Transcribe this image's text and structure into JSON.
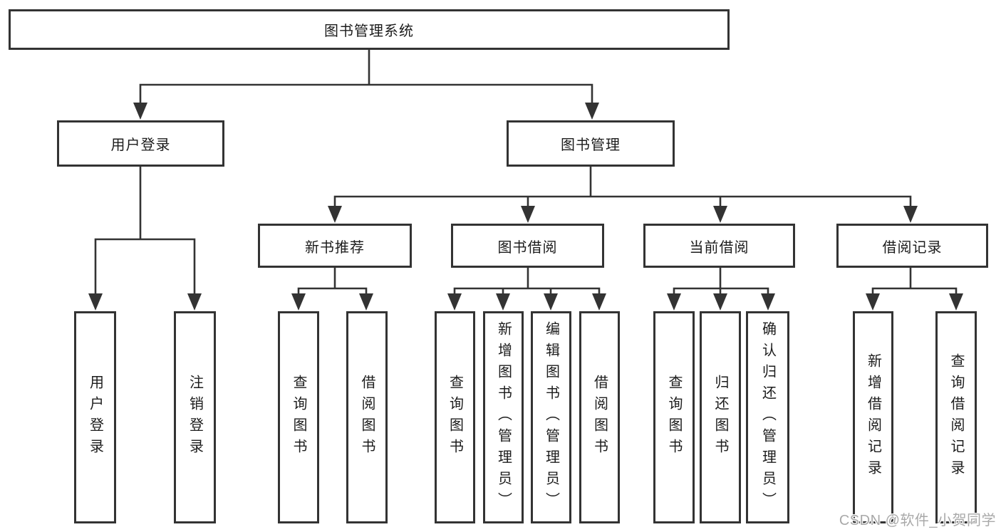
{
  "diagram_title": "图书管理系统",
  "tree": {
    "label": "图书管理系统",
    "children": [
      {
        "label": "用户登录",
        "children": [
          {
            "label": "用户登录"
          },
          {
            "label": "注销登录"
          }
        ]
      },
      {
        "label": "图书管理",
        "children": [
          {
            "label": "新书推荐",
            "children": [
              {
                "label": "查询图书"
              },
              {
                "label": "借阅图书"
              }
            ]
          },
          {
            "label": "图书借阅",
            "children": [
              {
                "label": "查询图书"
              },
              {
                "label": "新增图书（管理员）"
              },
              {
                "label": "编辑图书（管理员）"
              },
              {
                "label": "借阅图书"
              }
            ]
          },
          {
            "label": "当前借阅",
            "children": [
              {
                "label": "查询图书"
              },
              {
                "label": "归还图书"
              },
              {
                "label": "确认归还（管理员）"
              }
            ]
          },
          {
            "label": "借阅记录",
            "children": [
              {
                "label": "新增借阅记录"
              },
              {
                "label": "查询借阅记录"
              }
            ]
          }
        ]
      }
    ]
  },
  "watermark": {
    "text": "CSDN @软件_小贺同学"
  },
  "colors": {
    "line": "#333333",
    "box_border": "#333333",
    "text": "#1c1c1c",
    "watermark": "#a9a9a9",
    "background": "#ffffff"
  }
}
